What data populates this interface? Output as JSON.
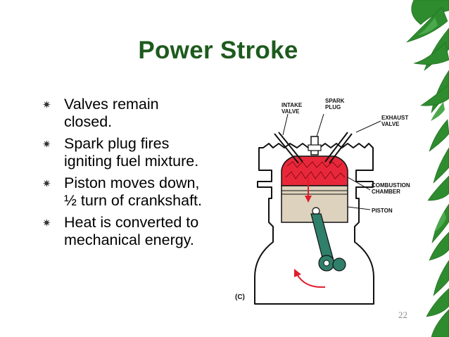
{
  "slide": {
    "title": "Power Stroke",
    "bullets": [
      {
        "line1": "Valves remain",
        "line2": "closed."
      },
      {
        "line1": "Spark plug fires",
        "line2": "igniting fuel mixture."
      },
      {
        "line1": "Piston moves down,",
        "line2": "½ turn of crankshaft."
      },
      {
        "line1": "Heat is converted to",
        "line2": "mechanical energy."
      }
    ],
    "page_number": "22"
  },
  "diagram": {
    "labels": {
      "intake_valve": [
        "INTAKE",
        "VALVE"
      ],
      "spark_plug": [
        "SPARK",
        "PLUG"
      ],
      "exhaust_valve": [
        "EXHAUST",
        "VALVE"
      ],
      "combustion_chamber": [
        "COMBUSTION",
        "CHAMBER"
      ],
      "piston": "PISTON",
      "figure_tag": "(C)"
    },
    "colors": {
      "combustion": "#e8283a",
      "piston": "#ddd2bd",
      "connecting_rod": "#2f7f6a",
      "arrow": "#e01c2c"
    }
  },
  "icons": [
    "bullet-star-icon",
    "bamboo-leaves-decoration"
  ]
}
